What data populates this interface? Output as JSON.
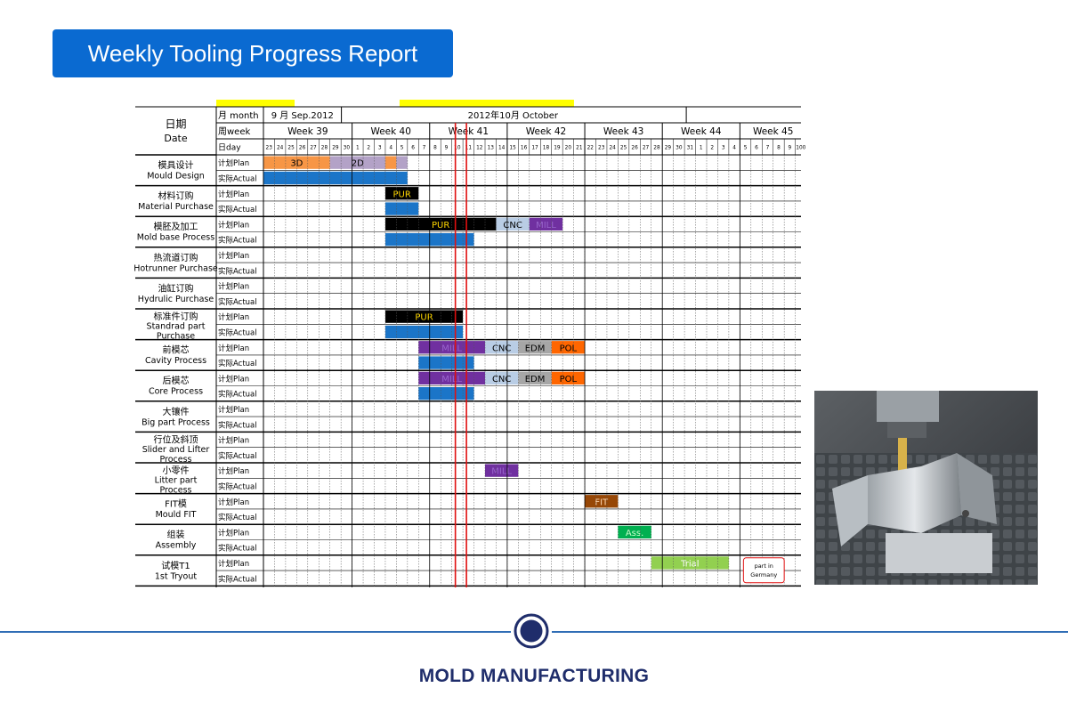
{
  "page": {
    "title": "Weekly Tooling Progress Report",
    "footer": "MOLD MANUFACTURING",
    "brand_color": "#0a6ad1",
    "footer_color": "#1f2d6b"
  },
  "icons": {
    "logo": "circle-logo-icon",
    "photo": "cnc-machining-photo"
  },
  "chart_data": {
    "type": "table",
    "header": {
      "corner_cn": "日期",
      "corner_en": "Date",
      "month_label": "月 month",
      "week_label": "周week",
      "day_label": "日day",
      "month_sep": "9 月  Sep.2012",
      "month_oct": "2012年10月 October",
      "weeks": [
        "Week 39",
        "Week 40",
        "Week 41",
        "Week 42",
        "Week 43",
        "Week 44",
        "Week 45"
      ]
    },
    "days": [
      "23",
      "24",
      "25",
      "26",
      "27",
      "28",
      "29",
      "30",
      "1",
      "2",
      "3",
      "4",
      "5",
      "6",
      "7",
      "8",
      "9",
      "10",
      "11",
      "12",
      "13",
      "14",
      "15",
      "16",
      "17",
      "18",
      "19",
      "20",
      "21",
      "22",
      "23",
      "24",
      "25",
      "26",
      "27",
      "28",
      "29",
      "30",
      "31",
      "1",
      "2",
      "3",
      "4",
      "5",
      "6",
      "7",
      "8",
      "9",
      "100"
    ],
    "week_start_index": [
      0,
      8,
      15,
      22,
      29,
      36,
      43
    ],
    "plan_label": "计划Plan",
    "actual_label": "实际Actual",
    "today_markers": [
      17,
      18
    ],
    "rows": [
      {
        "cn": "模具设计",
        "en": "Mould Design",
        "plan": [
          {
            "s": 0,
            "e": 6,
            "color": "#f79646",
            "label": "3D"
          },
          {
            "s": 6,
            "e": 11,
            "color": "#b3a2c7",
            "label": "2D"
          },
          {
            "s": 11,
            "e": 12,
            "color": "#f79646",
            "label": ""
          },
          {
            "s": 12,
            "e": 13,
            "color": "#b3a2c7",
            "label": ""
          }
        ],
        "actual": [
          {
            "s": 0,
            "e": 13,
            "color": "#1b75c8",
            "label": ""
          }
        ]
      },
      {
        "cn": "材料订购",
        "en": "Material Purchase",
        "plan": [
          {
            "s": 11,
            "e": 14,
            "color": "#000000",
            "label": "PUR",
            "tc": "#ffd700"
          }
        ],
        "actual": [
          {
            "s": 11,
            "e": 14,
            "color": "#1b75c8",
            "label": ""
          }
        ]
      },
      {
        "cn": "模胚及加工",
        "en": "Mold base Process",
        "plan": [
          {
            "s": 11,
            "e": 21,
            "color": "#000000",
            "label": "PUR",
            "tc": "#ffd700"
          },
          {
            "s": 21,
            "e": 24,
            "color": "#b9cde5",
            "label": "CNC"
          },
          {
            "s": 24,
            "e": 27,
            "color": "#7030a0",
            "label": "MILL",
            "tc": "#9966cc"
          }
        ],
        "actual": [
          {
            "s": 11,
            "e": 19,
            "color": "#1b75c8",
            "label": ""
          }
        ]
      },
      {
        "cn": "热流道订购",
        "en": "Hotrunner Purchase",
        "plan": [],
        "actual": []
      },
      {
        "cn": "油缸订购",
        "en": "Hydrulic Purchase",
        "plan": [],
        "actual": []
      },
      {
        "cn": "标准件订购",
        "en": "Standrad part Purchase",
        "plan": [
          {
            "s": 11,
            "e": 18,
            "color": "#000000",
            "label": "PUR",
            "tc": "#ffd700"
          }
        ],
        "actual": [
          {
            "s": 11,
            "e": 18,
            "color": "#1b75c8",
            "label": ""
          }
        ]
      },
      {
        "cn": "前模芯",
        "en": "Cavity Process",
        "plan": [
          {
            "s": 14,
            "e": 20,
            "color": "#7030a0",
            "label": "MILL",
            "tc": "#9966cc"
          },
          {
            "s": 20,
            "e": 23,
            "color": "#b9cde5",
            "label": "CNC"
          },
          {
            "s": 23,
            "e": 26,
            "color": "#a6a6a6",
            "label": "EDM"
          },
          {
            "s": 26,
            "e": 29,
            "color": "#ff6600",
            "label": "POL"
          }
        ],
        "actual": [
          {
            "s": 14,
            "e": 19,
            "color": "#1b75c8",
            "label": ""
          }
        ]
      },
      {
        "cn": "后模芯",
        "en": "Core Process",
        "plan": [
          {
            "s": 14,
            "e": 20,
            "color": "#7030a0",
            "label": "MILL",
            "tc": "#9966cc"
          },
          {
            "s": 20,
            "e": 23,
            "color": "#b9cde5",
            "label": "CNC"
          },
          {
            "s": 23,
            "e": 26,
            "color": "#a6a6a6",
            "label": "EDM"
          },
          {
            "s": 26,
            "e": 29,
            "color": "#ff6600",
            "label": "POL"
          }
        ],
        "actual": [
          {
            "s": 14,
            "e": 19,
            "color": "#1b75c8",
            "label": ""
          }
        ]
      },
      {
        "cn": "大镶件",
        "en": "Big part Process",
        "plan": [],
        "actual": []
      },
      {
        "cn": "行位及斜顶",
        "en": "Slider and Lifter Process",
        "plan": [],
        "actual": []
      },
      {
        "cn": "小零件",
        "en": "Litter part Process",
        "plan": [
          {
            "s": 20,
            "e": 23,
            "color": "#7030a0",
            "label": "MILL",
            "tc": "#9966cc"
          }
        ],
        "actual": []
      },
      {
        "cn": "FIT模",
        "en": "Mould FIT",
        "plan": [
          {
            "s": 29,
            "e": 32,
            "color": "#974706",
            "label": "FIT",
            "tc": "#ffd9b3"
          }
        ],
        "actual": []
      },
      {
        "cn": "组装",
        "en": "Assembly",
        "plan": [
          {
            "s": 32,
            "e": 35,
            "color": "#00b050",
            "label": "Ass.",
            "tc": "#ccffcc"
          }
        ],
        "actual": []
      },
      {
        "cn": "试模T1",
        "en": "1st Tryout",
        "plan": [
          {
            "s": 35,
            "e": 42,
            "color": "#92d050",
            "label": "Trial",
            "tc": "#ffffff"
          }
        ],
        "actual": []
      }
    ],
    "note": {
      "line1": "part in",
      "line2": "Germany",
      "s": 43,
      "e": 47,
      "row": 13
    }
  }
}
